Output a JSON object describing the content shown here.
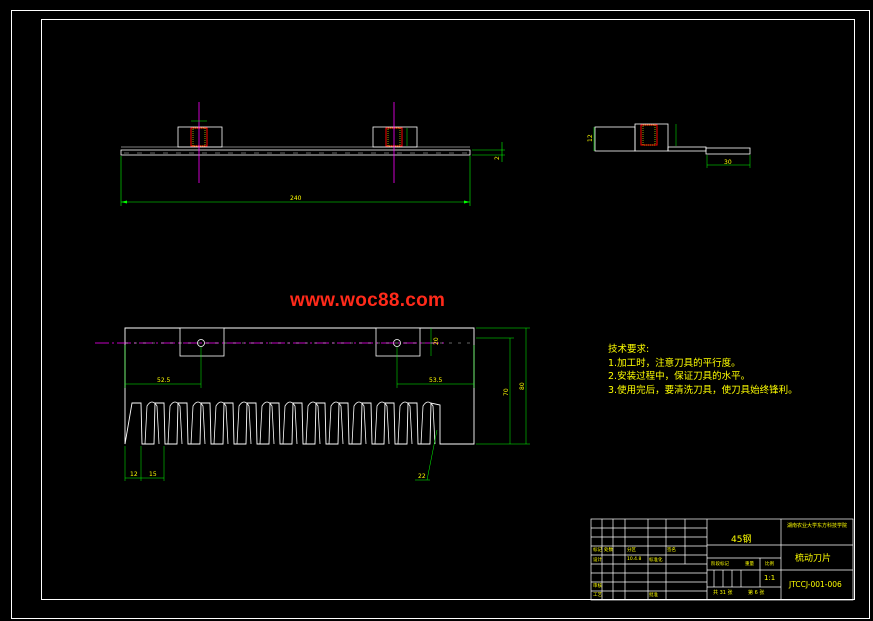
{
  "watermark": "www.woc88.com",
  "colors": {
    "background": "#000000",
    "frame": "#ffffff",
    "outline": "#ffffff",
    "dimension": "#00ff00",
    "centerline": "#ff00ff",
    "text": "#ffff00",
    "watermark": "#ff2a1a"
  },
  "dimensions": {
    "top_view_length": "240",
    "top_view_thickness": "2",
    "side_view_height": "12",
    "side_view_width": "30",
    "main_width": "20",
    "left_hole_offset": "52.5",
    "right_hole_offset": "53.5",
    "inner_height": "70",
    "overall_height": "80",
    "tooth_pitch": "12",
    "tooth_width": "15",
    "tooth_angle": "22"
  },
  "technical_requirements": {
    "title": "技术要求:",
    "items": [
      "1.加工时，注意刀具的平行度。",
      "2.安装过程中，保证刀具的水平。",
      "3.使用完后，要清洗刀具，使刀具始终锋利。"
    ]
  },
  "title_block": {
    "material": "45钢",
    "school": "湖南农业大学东方科技学院",
    "part_name": "梳动刀片",
    "drawing_number": "JTCCJ-001-006",
    "scale": "1:1",
    "sheets_total": "共 31 张",
    "sheet_number": "第 6 张",
    "labels": [
      "标记",
      "处数",
      "分区",
      "更改文件号",
      "签名",
      "设计",
      "标准化",
      "审核",
      "工艺",
      "批准",
      "阶段标记",
      "重量",
      "比例"
    ],
    "date": "10.4.8"
  }
}
